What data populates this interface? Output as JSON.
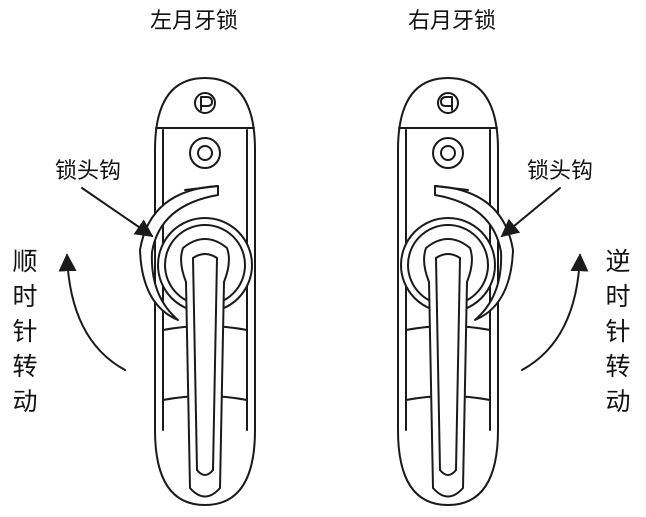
{
  "left_lock": {
    "title": "左月牙锁",
    "callout": "锁头钩",
    "rotation_chars": [
      "顺",
      "时",
      "针",
      "转",
      "动"
    ]
  },
  "right_lock": {
    "title": "右月牙锁",
    "callout": "锁头钩",
    "rotation_chars": [
      "逆",
      "时",
      "针",
      "转",
      "动"
    ]
  },
  "colors": {
    "line": "#1a1a1a",
    "background": "#ffffff"
  },
  "icons": [
    "brand-logo-icon",
    "screw-hole-icon",
    "rotation-arrow-icon",
    "pointer-arrow-icon"
  ]
}
